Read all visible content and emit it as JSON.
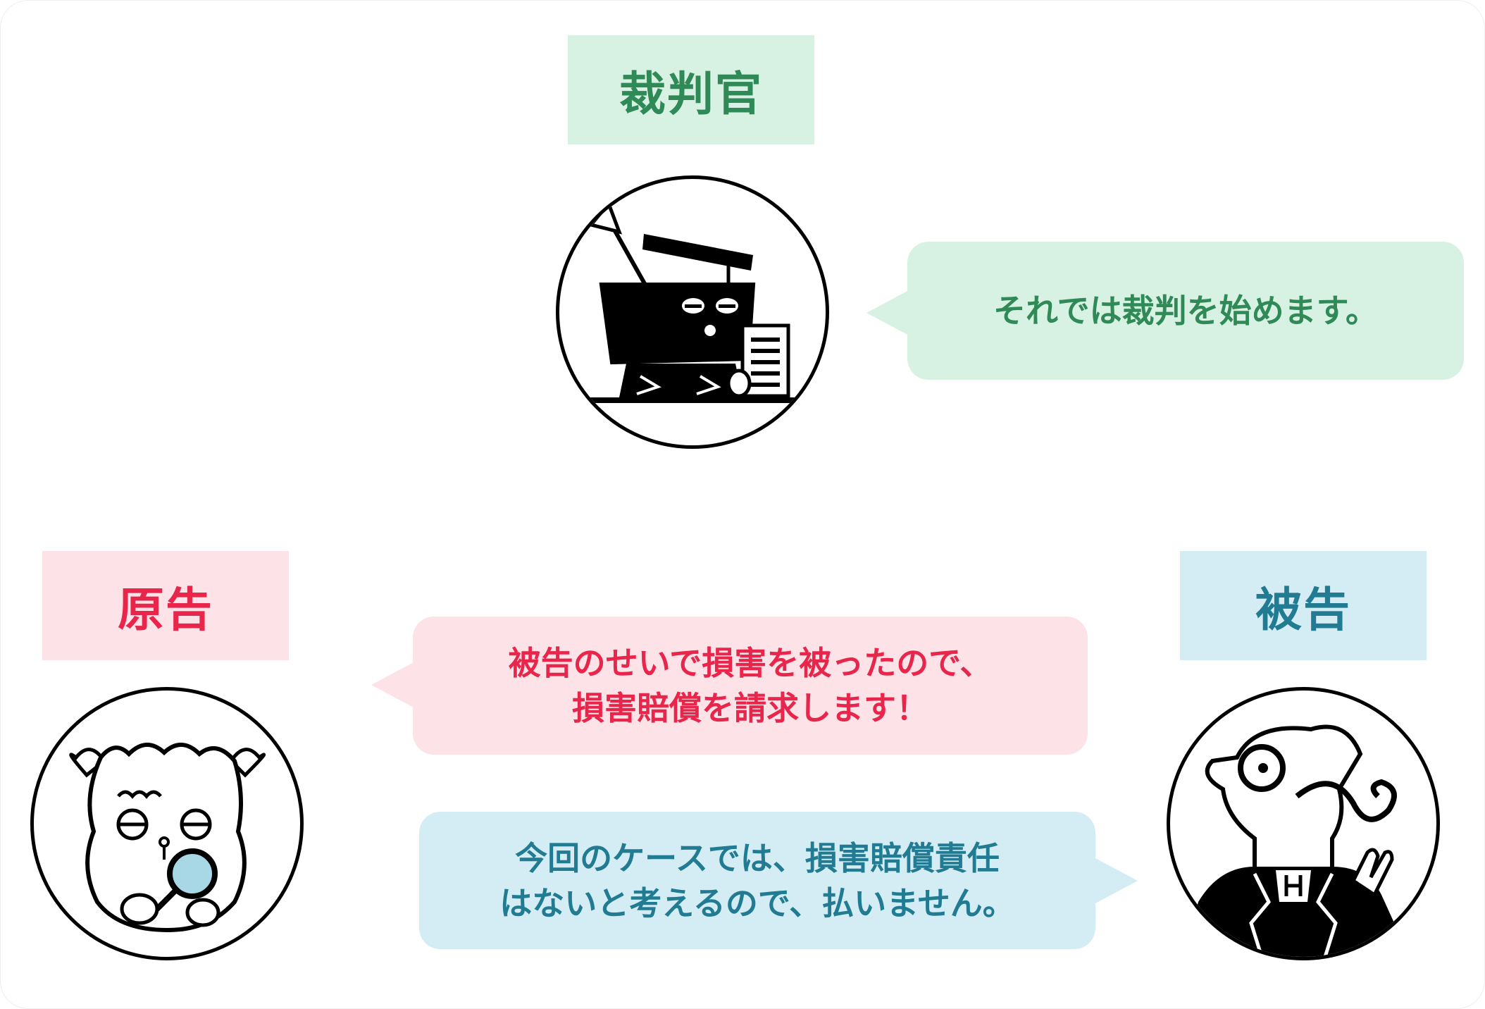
{
  "roles": {
    "judge": {
      "label": "裁判官",
      "speech": "それでは裁判を始めます。",
      "icon": "judge-robot-icon"
    },
    "plaintiff": {
      "label": "原告",
      "speech_line1": "被告のせいで損害を被ったので、",
      "speech_line2": "損害賠償を請求します！",
      "icon": "sheep-detective-icon"
    },
    "defendant": {
      "label": "被告",
      "speech_line1": "今回のケースでは、損害賠償責任",
      "speech_line2": "はないと考えるので、払いません。",
      "icon": "chameleon-suit-icon"
    }
  },
  "colors": {
    "judge_text": "#2f8a57",
    "judge_bg": "#d7f1e3",
    "plaintiff_text": "#e8254a",
    "plaintiff_bg": "#fde2e7",
    "defendant_text": "#217c93",
    "defendant_bg": "#d4edf4"
  }
}
